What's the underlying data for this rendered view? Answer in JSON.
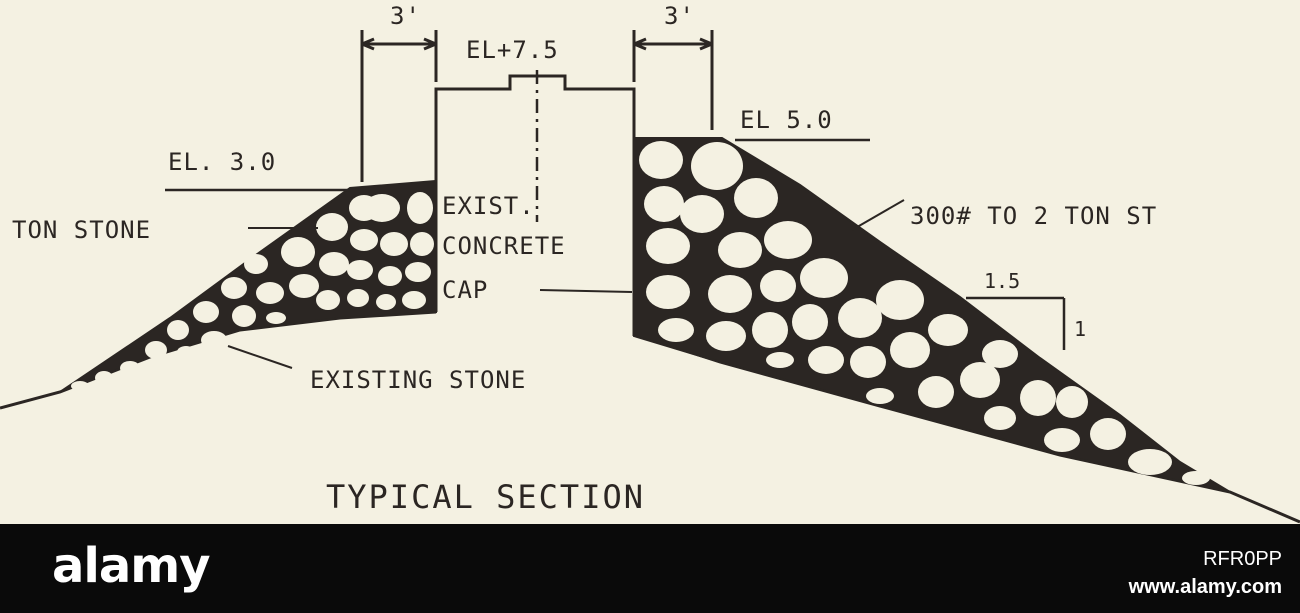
{
  "labels": {
    "dim_left": "3'",
    "dim_right": "3'",
    "elev_top": "EL+7.5",
    "elev_right": "EL 5.0",
    "elev_left": "EL. 3.0",
    "stone_left": "TON STONE",
    "stone_right": "300# TO 2 TON ST",
    "exist_1": "EXIST.",
    "exist_2": "CONCRETE",
    "exist_3": "CAP",
    "slope_run": "1.5",
    "slope_rise": "1",
    "existing_stone": "EXISTING STONE",
    "title": "TYPICAL SECTION"
  },
  "footer": {
    "brand": "alamy",
    "image_id": "RFR0PP",
    "site": "www.alamy.com"
  },
  "colors": {
    "paper": "#f4f1e2",
    "ink": "#2b2623",
    "footer_bg": "#0a0a0a",
    "footer_text": "#ffffff"
  }
}
